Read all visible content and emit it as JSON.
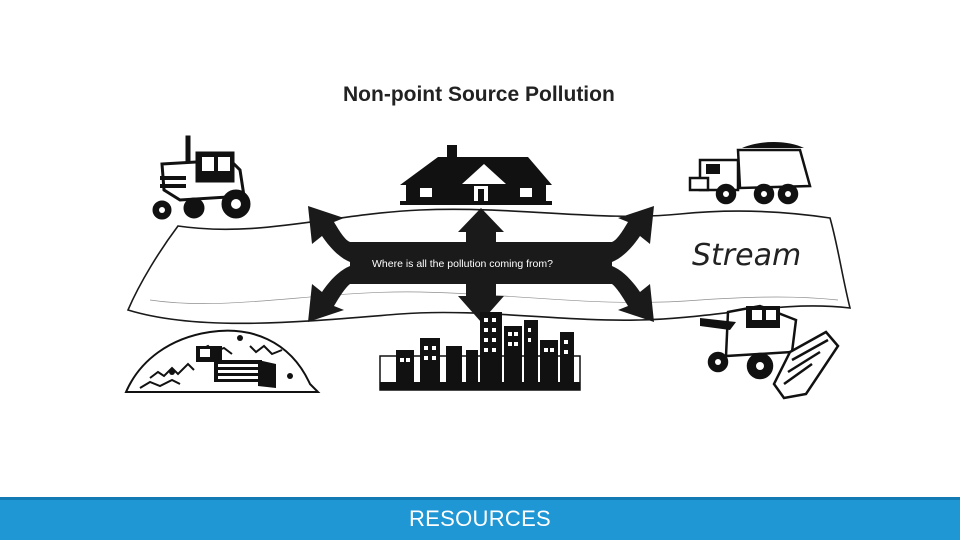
{
  "slide": {
    "title": "Non-point Source Pollution",
    "question": "Where is all the pollution coming from?",
    "stream_label": "Stream",
    "footer_label": "RESOURCES"
  },
  "colors": {
    "footer_bar": "#1f97d4",
    "footer_text": "#ffffff",
    "arrow_fill": "#1a1a1a",
    "illustration": "#111111"
  },
  "icons": [
    "tractor-icon",
    "house-icon",
    "dump-truck-icon",
    "landfill-bulldozer-icon",
    "city-skyline-icon",
    "combine-harvester-icon"
  ]
}
